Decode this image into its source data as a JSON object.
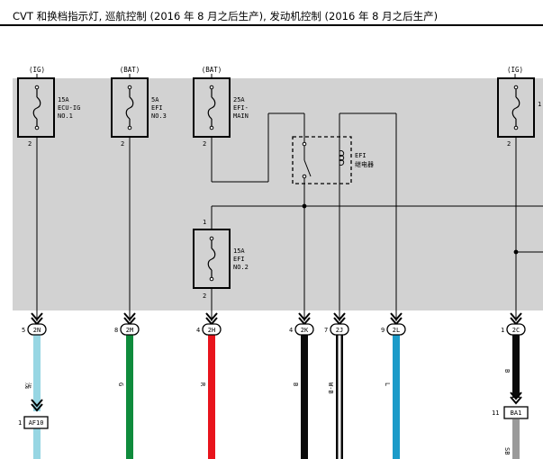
{
  "header": {
    "title": "CVT 和换档指示灯, 巡航控制 (2016 年 8 月之后生产), 发动机控制 (2016 年 8 月之后生产)"
  },
  "supplies": [
    "(IG)",
    "(BAT)",
    "(BAT)",
    "(IG)"
  ],
  "fuses": [
    {
      "rating": "15A",
      "name1": "ECU-IG",
      "name2": "NO.1",
      "pin": "2"
    },
    {
      "rating": "5A",
      "name1": "EFI",
      "name2": "NO.3",
      "pin": "2"
    },
    {
      "rating": "25A",
      "name1": "EFI-",
      "name2": "MAIN",
      "pin": "2"
    },
    {
      "rating": "15A",
      "name1": "EFI",
      "name2": "NO.2",
      "pin_top": "1",
      "pin": "2"
    },
    {
      "rating": "1",
      "name1": "",
      "name2": "",
      "pin": "2"
    }
  ],
  "relay": {
    "name": "EFI",
    "label": "继电器"
  },
  "connectors": [
    {
      "pin": "5",
      "code": "2N"
    },
    {
      "pin": "8",
      "code": "2M"
    },
    {
      "pin": "4",
      "code": "2H"
    },
    {
      "pin": "4",
      "code": "2K"
    },
    {
      "pin": "7",
      "code": "2J"
    },
    {
      "pin": "9",
      "code": "2L"
    },
    {
      "pin": "1",
      "code": "2C"
    }
  ],
  "wire_colors": [
    "浅",
    "G",
    "R",
    "B",
    "W-B",
    "L",
    "B",
    "SB"
  ],
  "lower_connectors": [
    {
      "pin": "1",
      "code": "AF10"
    },
    {
      "pin": "11",
      "code": "BA1"
    }
  ],
  "colors": {
    "panel": "#d2d2d2",
    "lightblue": "#97d6e3",
    "green": "#0f8b3c",
    "red": "#e8141c",
    "black": "#0a0a0a",
    "blue": "#1b9bc9",
    "gray": "#9a9a9a"
  }
}
